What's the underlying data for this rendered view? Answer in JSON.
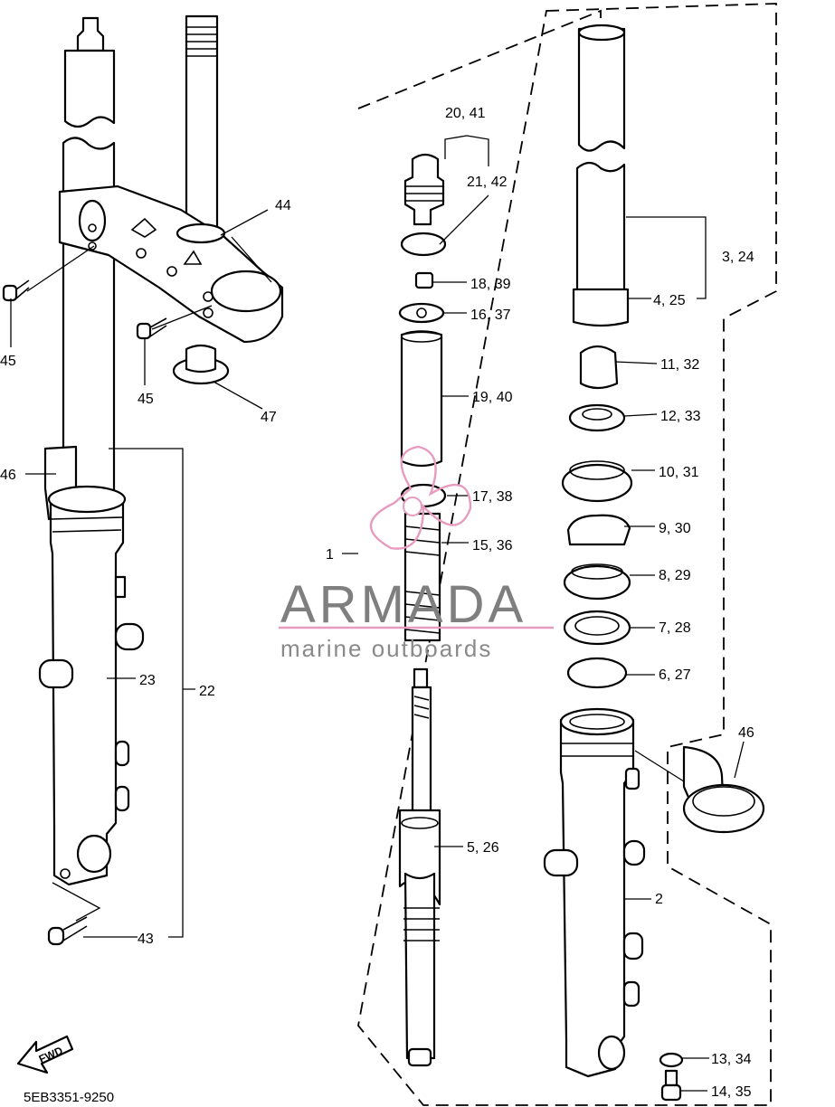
{
  "diagram_code": "5EB3351-9250",
  "watermark": {
    "brand": "ARMADA",
    "tagline": "marine outboards",
    "accent_color": "#e79bbf",
    "text_color": "#7f7f7f"
  },
  "fwd_label": "FWD",
  "callouts": {
    "c1": "1",
    "c2": "2",
    "c3": "3, 24",
    "c4": "4, 25",
    "c5": "5, 26",
    "c6": "6, 27",
    "c7": "7, 28",
    "c8": "8, 29",
    "c9": "9, 30",
    "c10": "10, 31",
    "c11": "11, 32",
    "c12": "12, 33",
    "c13": "13, 34",
    "c14": "14, 35",
    "c15": "15, 36",
    "c16": "16, 37",
    "c17": "17, 38",
    "c18": "18, 39",
    "c19": "19, 40",
    "c20": "20, 41",
    "c21": "21, 42",
    "c22": "22",
    "c23": "23",
    "c43": "43",
    "c44": "44",
    "c45a": "45",
    "c45b": "45",
    "c46a": "46",
    "c46b": "46",
    "c47": "47"
  }
}
